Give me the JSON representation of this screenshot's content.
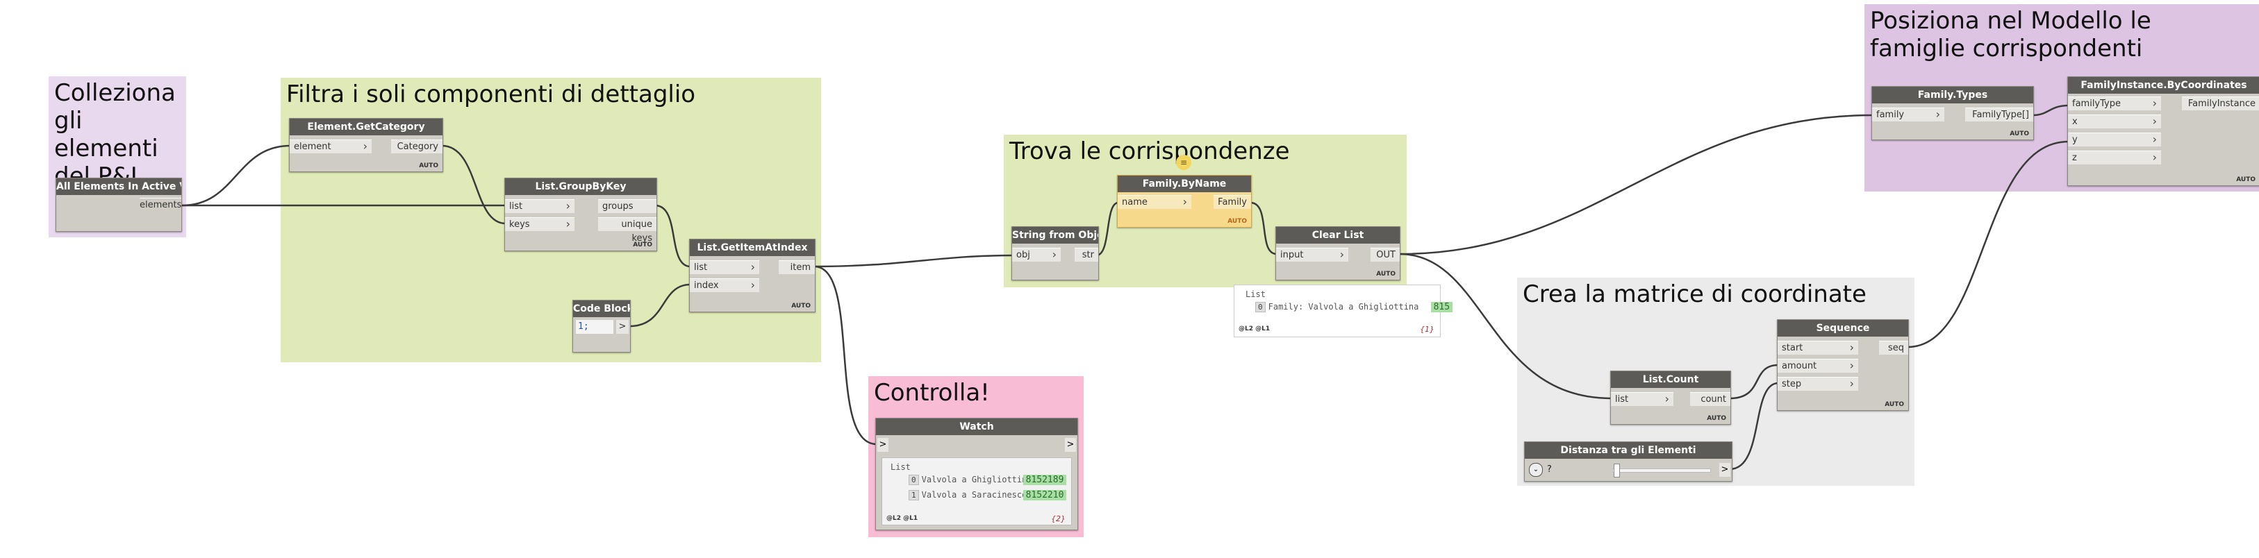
{
  "groups": {
    "colleziona": {
      "title": "Colleziona gli elementi del P&I",
      "color": "#e9d9ee"
    },
    "filtra": {
      "title": "Filtra i soli componenti di dettaglio",
      "color": "#e0eab8"
    },
    "trova": {
      "title": "Trova le corrispondenze",
      "color": "#e0eab8"
    },
    "controlla": {
      "title": "Controlla!",
      "color": "#f8bcd4"
    },
    "crea": {
      "title": "Crea la matrice di coordinate",
      "color": "#ebebeb"
    },
    "posiziona": {
      "title": "Posiziona nel Modello le famiglie corrispondenti",
      "color": "#dcc4e2"
    }
  },
  "nodes": {
    "all_elements": {
      "title": "All Elements In Active View",
      "outputs": [
        "elements"
      ]
    },
    "get_category": {
      "title": "Element.GetCategory",
      "inputs": [
        "element"
      ],
      "outputs": [
        "Category"
      ],
      "lacing": "AUTO"
    },
    "group_by_key": {
      "title": "List.GroupByKey",
      "inputs": [
        "list",
        "keys"
      ],
      "outputs": [
        "groups",
        "unique keys"
      ],
      "lacing": "AUTO"
    },
    "code_block": {
      "title": "Code Block",
      "code": "1;",
      "output": ">"
    },
    "get_item": {
      "title": "List.GetItemAtIndex",
      "inputs": [
        "list",
        "index"
      ],
      "outputs": [
        "item"
      ],
      "lacing": "AUTO"
    },
    "string_from_object": {
      "title": "String from Object",
      "inputs": [
        "obj"
      ],
      "outputs": [
        "str"
      ]
    },
    "family_by_name": {
      "title": "Family.ByName",
      "inputs": [
        "name"
      ],
      "outputs": [
        "Family"
      ],
      "lacing": "AUTO"
    },
    "clear_list": {
      "title": "Clear List",
      "inputs": [
        "input"
      ],
      "outputs": [
        "OUT"
      ],
      "lacing": "AUTO"
    },
    "preview": {
      "list_label": "List",
      "index": "0",
      "text": "Family: Valvola a Ghigliottina",
      "value": "815",
      "levels": "@L2 @L1",
      "count": "{1}"
    },
    "watch": {
      "title": "Watch",
      "input": ">",
      "output": ">",
      "list_label": "List",
      "items": [
        {
          "index": "0",
          "label": "Valvola a Ghigliottina",
          "value": "8152189"
        },
        {
          "index": "1",
          "label": "Valvola a Saracinesco",
          "value": "8152210"
        }
      ],
      "levels": "@L2 @L1",
      "count": "{2}"
    },
    "list_count": {
      "title": "List.Count",
      "inputs": [
        "list"
      ],
      "outputs": [
        "count"
      ],
      "lacing": "AUTO"
    },
    "sequence": {
      "title": "Sequence",
      "inputs": [
        "start",
        "amount",
        "step"
      ],
      "outputs": [
        "seq"
      ],
      "lacing": "AUTO"
    },
    "slider": {
      "title": "Distanza tra gli Elementi",
      "value": "?",
      "output": ">"
    },
    "family_types": {
      "title": "Family.Types",
      "inputs": [
        "family"
      ],
      "outputs": [
        "FamilyType[]"
      ],
      "lacing": "AUTO"
    },
    "family_instance": {
      "title": "FamilyInstance.ByCoordinates",
      "inputs": [
        "familyType",
        "x",
        "y",
        "z"
      ],
      "outputs": [
        "FamilyInstance"
      ],
      "lacing": "AUTO"
    }
  },
  "colors": {
    "wire": "#3a3a3a",
    "header": "#5d5b57",
    "selected_body": "#f6d98a"
  }
}
